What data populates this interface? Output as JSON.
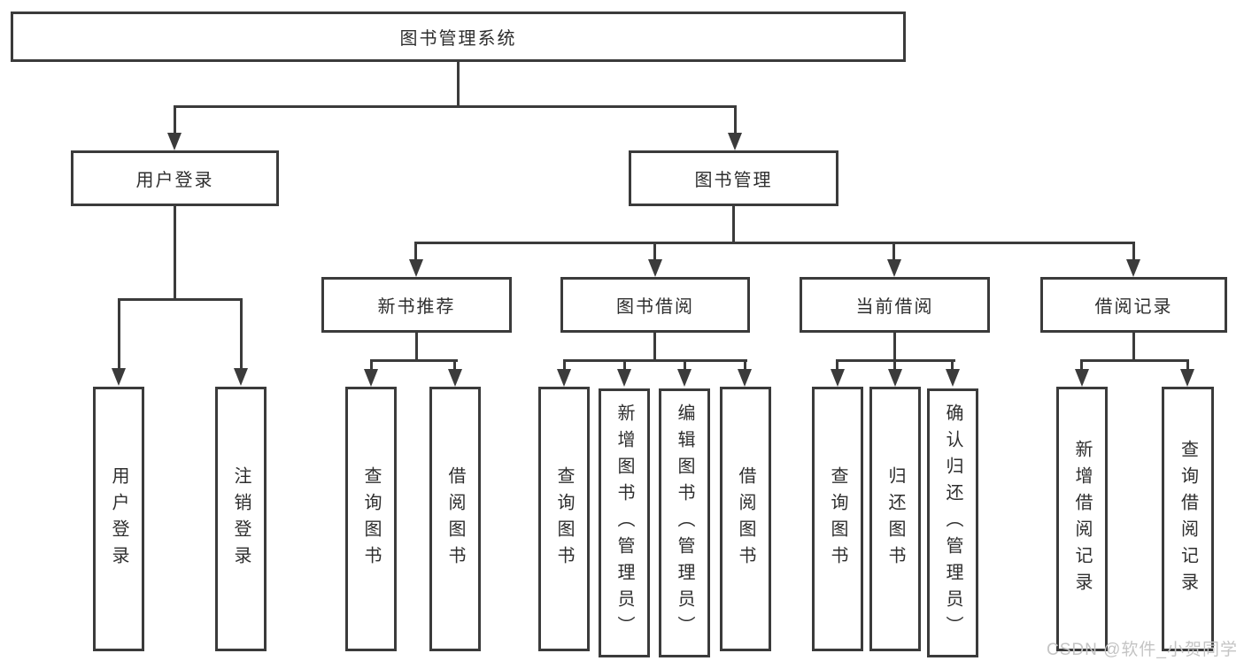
{
  "title": "图书管理系统",
  "branches": {
    "user_login": {
      "label": "用户登录",
      "children": [
        "用户登录",
        "注销登录"
      ]
    },
    "book_management": {
      "label": "图书管理",
      "sections": [
        {
          "label": "新书推荐",
          "children": [
            "查询图书",
            "借阅图书"
          ]
        },
        {
          "label": "图书借阅",
          "children": [
            "查询图书",
            "新增图书（管理员）",
            "编辑图书（管理员）",
            "借阅图书"
          ]
        },
        {
          "label": "当前借阅",
          "children": [
            "查询图书",
            "归还图书",
            "确认归还（管理员）"
          ]
        },
        {
          "label": "借阅记录",
          "children": [
            "新增借阅记录",
            "查询借阅记录"
          ]
        }
      ]
    }
  },
  "watermark": "CSDN @软件_小贺同学",
  "colors": {
    "line": "#3b3b3b",
    "text": "#2e2e2e",
    "background": "#ffffff",
    "watermark": "#c4c4c4"
  }
}
